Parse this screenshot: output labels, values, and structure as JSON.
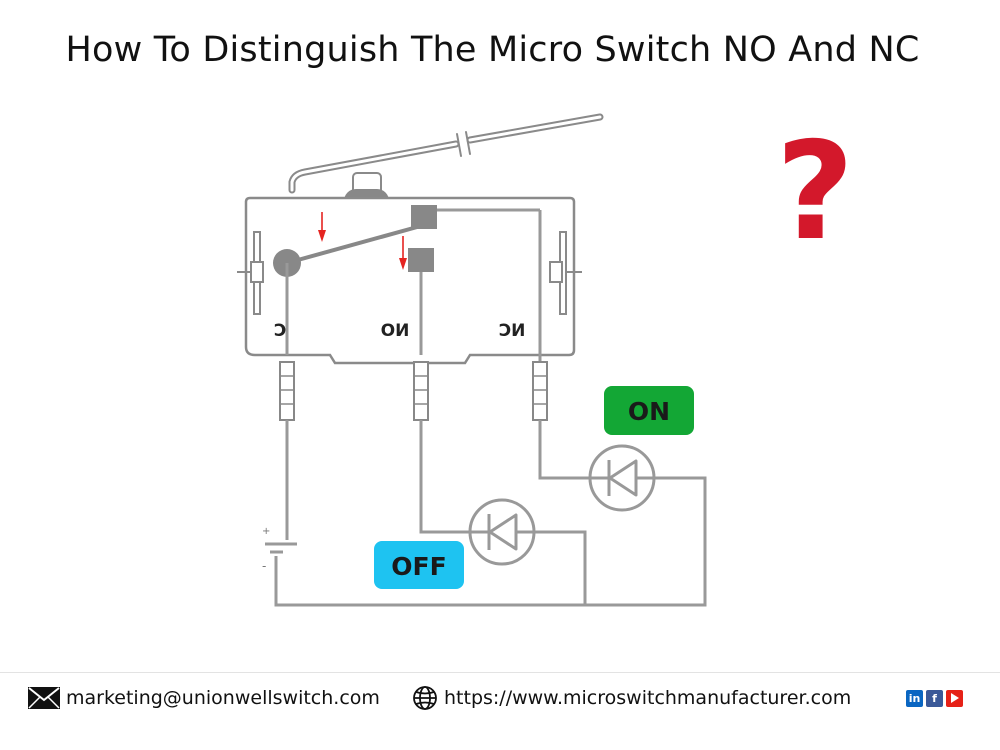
{
  "title": "How To Distinguish The Micro Switch NO And NC",
  "question_mark": "?",
  "terminals": {
    "c": "C",
    "no": "NO",
    "nc": "NC"
  },
  "battery": {
    "plus": "+",
    "minus": "-"
  },
  "badges": {
    "on": "ON",
    "off": "OFF"
  },
  "colors": {
    "on_badge": "#13a735",
    "off_badge": "#1ec3f1",
    "question": "#d3182b",
    "arrow": "#e52421",
    "wire": "#999999"
  },
  "footer": {
    "email": "marketing@unionwellswitch.com",
    "website": "https://www.microswitchmanufacturer.com",
    "social": {
      "linkedin_text": "in",
      "facebook_text": "f",
      "linkedin_color": "#0a66c2",
      "facebook_color": "#3b5998",
      "youtube_color": "#e62117"
    }
  }
}
